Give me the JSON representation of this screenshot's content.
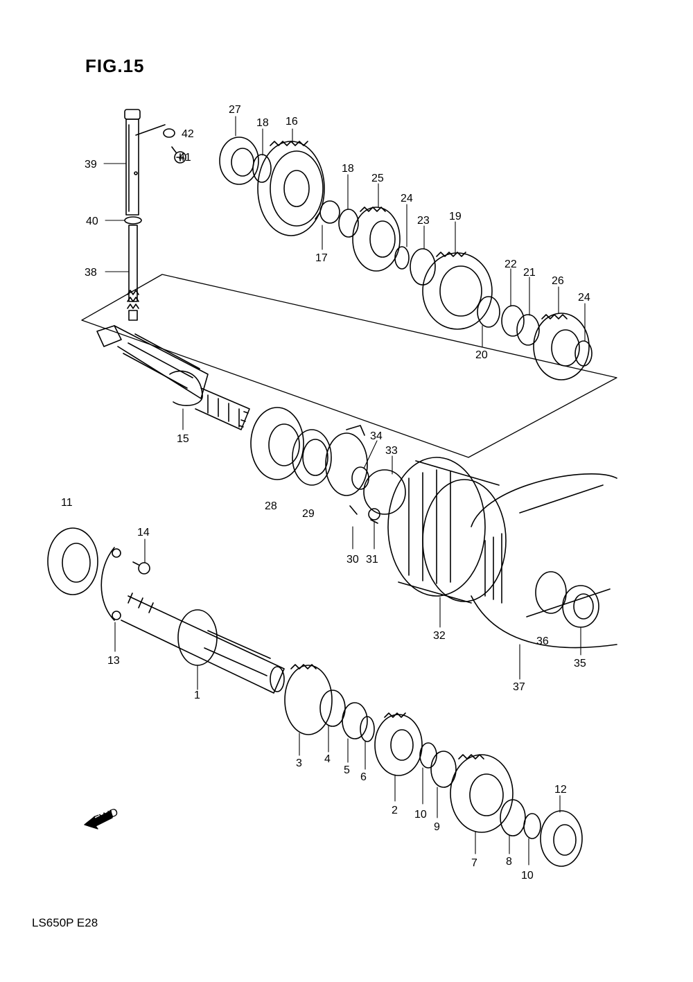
{
  "figure": {
    "title": "FIG.15",
    "footer": "LS650P  E28",
    "fwd_label": "FWD"
  },
  "labels": [
    {
      "id": "p1",
      "text": "1"
    },
    {
      "id": "p2",
      "text": "2"
    },
    {
      "id": "p3",
      "text": "3"
    },
    {
      "id": "p4",
      "text": "4"
    },
    {
      "id": "p5",
      "text": "5"
    },
    {
      "id": "p6",
      "text": "6"
    },
    {
      "id": "p7",
      "text": "7"
    },
    {
      "id": "p8",
      "text": "8"
    },
    {
      "id": "p9",
      "text": "9"
    },
    {
      "id": "p10a",
      "text": "10"
    },
    {
      "id": "p10b",
      "text": "10"
    },
    {
      "id": "p11",
      "text": "11"
    },
    {
      "id": "p12",
      "text": "12"
    },
    {
      "id": "p13",
      "text": "13"
    },
    {
      "id": "p14",
      "text": "14"
    },
    {
      "id": "p15",
      "text": "15"
    },
    {
      "id": "p16",
      "text": "16"
    },
    {
      "id": "p17",
      "text": "17"
    },
    {
      "id": "p18a",
      "text": "18"
    },
    {
      "id": "p18b",
      "text": "18"
    },
    {
      "id": "p19",
      "text": "19"
    },
    {
      "id": "p20",
      "text": "20"
    },
    {
      "id": "p21",
      "text": "21"
    },
    {
      "id": "p22",
      "text": "22"
    },
    {
      "id": "p23",
      "text": "23"
    },
    {
      "id": "p24a",
      "text": "24"
    },
    {
      "id": "p24b",
      "text": "24"
    },
    {
      "id": "p25",
      "text": "25"
    },
    {
      "id": "p26",
      "text": "26"
    },
    {
      "id": "p27",
      "text": "27"
    },
    {
      "id": "p28",
      "text": "28"
    },
    {
      "id": "p29",
      "text": "29"
    },
    {
      "id": "p30",
      "text": "30"
    },
    {
      "id": "p31",
      "text": "31"
    },
    {
      "id": "p32",
      "text": "32"
    },
    {
      "id": "p33",
      "text": "33"
    },
    {
      "id": "p34",
      "text": "34"
    },
    {
      "id": "p35",
      "text": "35"
    },
    {
      "id": "p36",
      "text": "36"
    },
    {
      "id": "p37",
      "text": "37"
    },
    {
      "id": "p38",
      "text": "38"
    },
    {
      "id": "p39",
      "text": "39"
    },
    {
      "id": "p40",
      "text": "40"
    },
    {
      "id": "p41",
      "text": "41"
    },
    {
      "id": "p42",
      "text": "42"
    }
  ]
}
